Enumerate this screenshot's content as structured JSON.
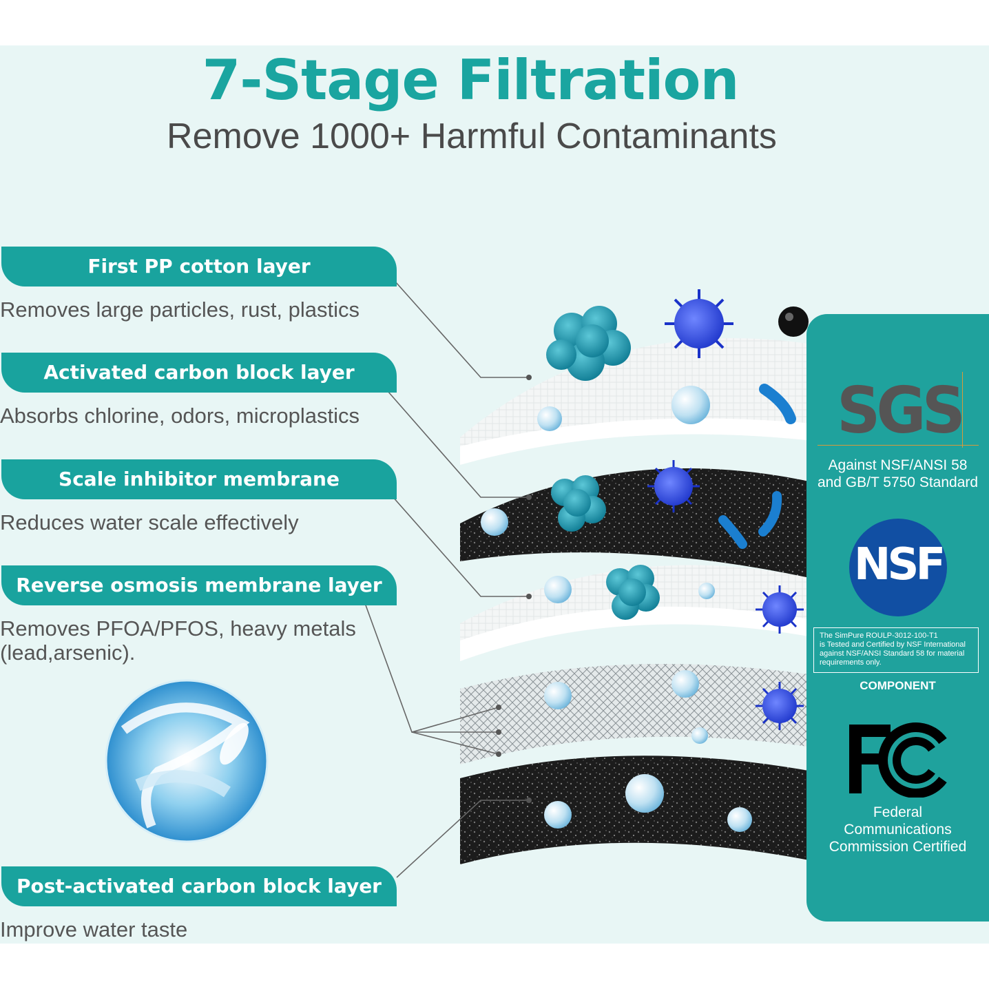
{
  "header": {
    "title": "7-Stage Filtration",
    "subtitle": "Remove 1000+ Harmful Contaminants"
  },
  "stages": [
    {
      "label": "First PP cotton layer",
      "description": "Removes large particles, rust, plastics"
    },
    {
      "label": "Activated carbon block layer",
      "description": "Absorbs chlorine, odors, microplastics"
    },
    {
      "label": "Scale inhibitor membrane",
      "description": "Reduces water scale effectively"
    },
    {
      "label": "Reverse osmosis membrane layer",
      "description": "Removes PFOA/PFOS, heavy metals",
      "description2": "(lead,arsenic)."
    },
    {
      "label": "Post-activated carbon block layer",
      "description": "Improve water taste"
    }
  ],
  "certifications": {
    "sgs": {
      "logo_text": "SGS",
      "line1": "Against NSF/ANSI 58",
      "line2": "and GB/T 5750 Standard"
    },
    "nsf": {
      "logo_text": "NSF",
      "notice_line1": "The SimPure ROULP-3012-100-T1",
      "notice_line2": "is Tested and Certified by NSF International",
      "notice_line3": "against NSF/ANSI Standard 58 for material",
      "notice_line4": "requirements only.",
      "component": "COMPONENT"
    },
    "fcc": {
      "line1": "Federal",
      "line2": "Communications",
      "line3": "Commission Certified"
    }
  },
  "colors": {
    "accent": "#19a39e",
    "panel_bg": "#e8f6f5",
    "text_dark": "#4a4a4a",
    "nsf_blue": "#114fa3",
    "virus_blue": "#2a4fe0",
    "bacteria_teal": "#1b8fa6"
  }
}
